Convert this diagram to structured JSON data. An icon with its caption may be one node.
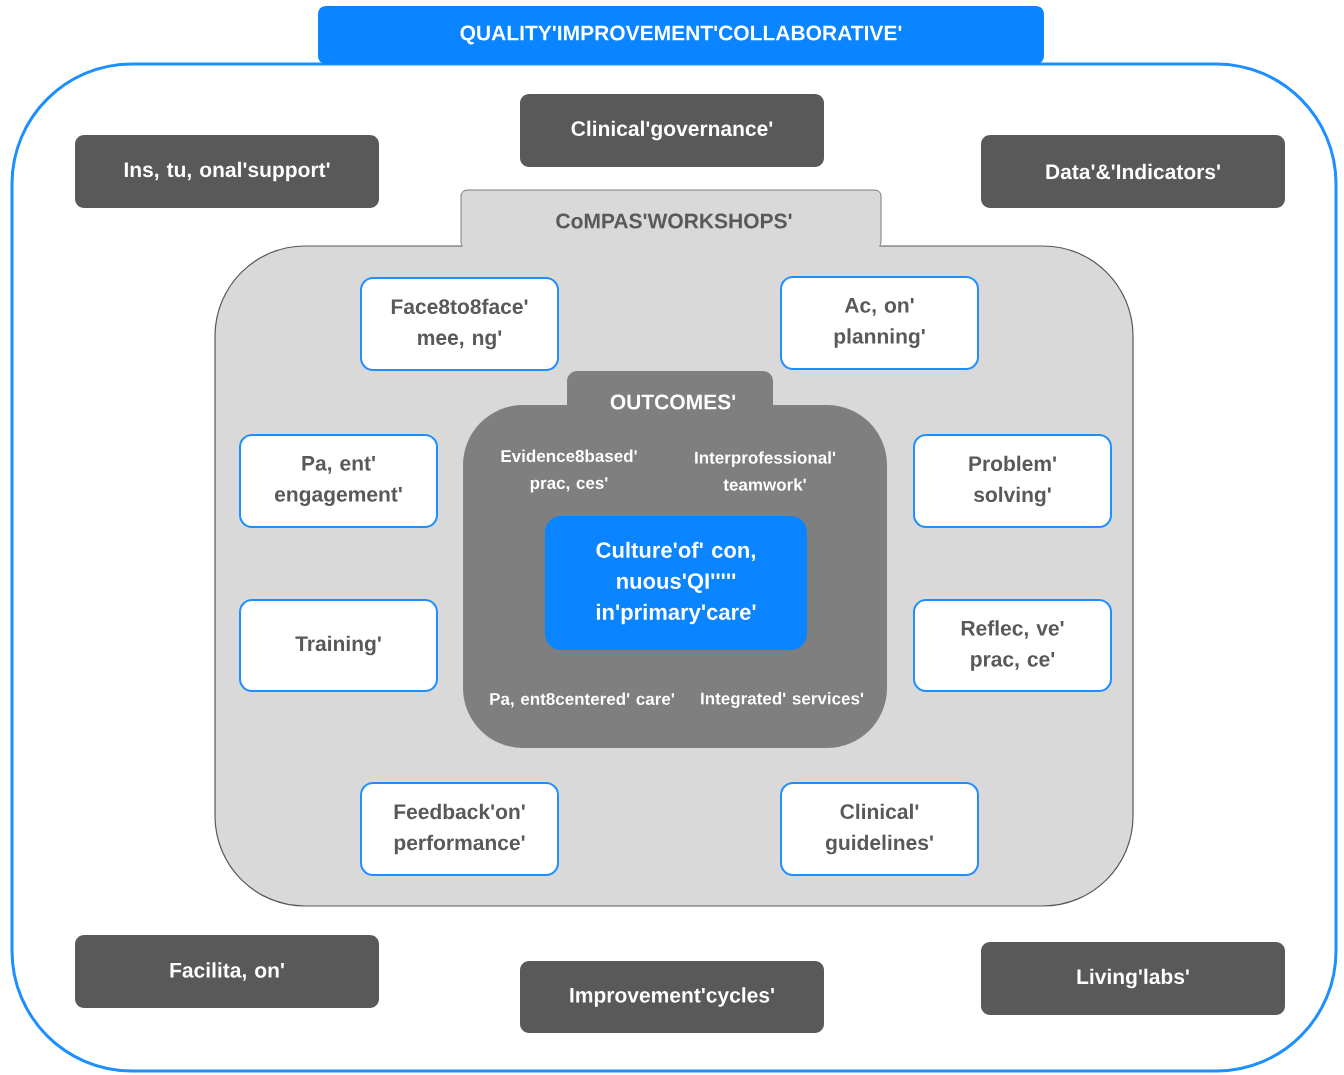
{
  "diagram": {
    "nodes": [
      {
        "text": [
          "QUALITY'IMPROVEMENT'COLLABORATIVE'"
        ]
      },
      {
        "text": [
          "Ins, tu, onal'support'"
        ],
        "in": 0
      },
      {
        "text": [
          "Clinical'governance'"
        ],
        "in": 0
      },
      {
        "text": [
          "Data'&'Indicators'"
        ],
        "in": 0
      },
      {
        "text": [
          "CoMPAS'WORKSHOPS'"
        ],
        "in": 0
      },
      {
        "text": [
          "Face8to8face' mee, ng'"
        ],
        "in": 4
      },
      {
        "text": [
          "Ac, on' planning'"
        ],
        "in": 4
      },
      {
        "text": [
          "OUTCOMES'",
          "Evidence8based' prac, ces'",
          "Interprofessional' teamwork'",
          "Pa, ent8centered' care'",
          "Integrated' services'"
        ],
        "in": 4
      },
      {
        "text": [
          "Pa, ent' engagement'"
        ],
        "in": 4
      },
      {
        "text": [
          "Problem' solving'"
        ],
        "in": 4
      },
      {
        "text": [
          "Culture'of' con, nuous'QI''''' in'primary'care'"
        ],
        "in": 7
      },
      {
        "text": [
          "Training'"
        ],
        "in": 4
      },
      {
        "text": [
          "Reflec, ve' prac, ce'"
        ],
        "in": 4
      },
      {
        "text": [
          "Feedback'on' performance'"
        ],
        "in": 4
      },
      {
        "text": [
          "Clinical' guidelines'"
        ],
        "in": 4
      },
      {
        "text": [
          "Facilita, on'"
        ],
        "in": 0
      },
      {
        "text": [
          "Improvement'cycles'"
        ],
        "in": 0
      },
      {
        "text": [
          "Living'labs'"
        ],
        "in": 0
      }
    ]
  }
}
